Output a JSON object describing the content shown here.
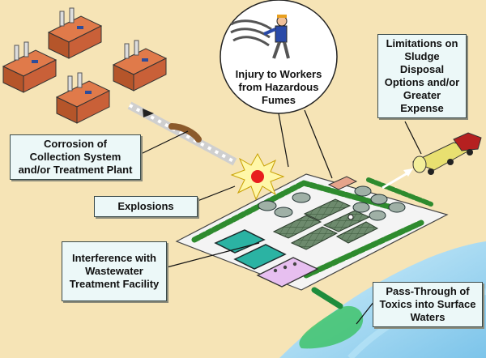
{
  "labels": {
    "corrosion": "Corrosion of\nCollection System\nand/or Treatment Plant",
    "explosions": "Explosions",
    "interference": "Interference with\nWastewater\nTreatment Facility",
    "injury": "Injury to Workers\nfrom Hazardous\nFumes",
    "sludge": "Limitations on\nSludge\nDisposal\nOptions and/or\nGreater\nExpense",
    "passthrough": "Pass-Through of\nToxics into Surface\nWaters"
  },
  "colors": {
    "background": "#f6e4b6",
    "label_fill": "#ecf8f8",
    "water": "#9fd8f4",
    "facility_pad": "#f4f4f4",
    "hedge": "#2e8b2e",
    "factory": "#b5552a",
    "tank_truck": "#e8e070"
  },
  "icons": [
    "factory-icon",
    "worker-icon",
    "explosion-icon",
    "tank-truck-icon",
    "clarifier-icon",
    "outfall-plume-icon"
  ]
}
